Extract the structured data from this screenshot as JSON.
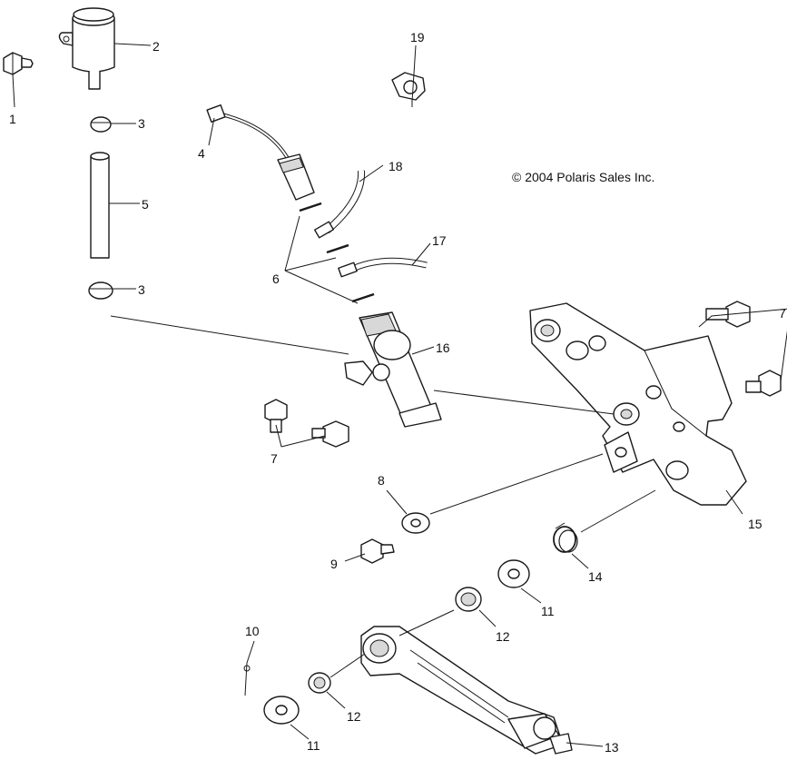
{
  "diagram": {
    "copyright": "© 2004 Polaris Sales Inc.",
    "callouts": [
      {
        "id": "c1",
        "label": "1"
      },
      {
        "id": "c2",
        "label": "2"
      },
      {
        "id": "c3a",
        "label": "3"
      },
      {
        "id": "c3b",
        "label": "3"
      },
      {
        "id": "c4",
        "label": "4"
      },
      {
        "id": "c5",
        "label": "5"
      },
      {
        "id": "c6",
        "label": "6"
      },
      {
        "id": "c7a",
        "label": "7"
      },
      {
        "id": "c7b",
        "label": "7"
      },
      {
        "id": "c8",
        "label": "8"
      },
      {
        "id": "c9",
        "label": "9"
      },
      {
        "id": "c10",
        "label": "10"
      },
      {
        "id": "c11a",
        "label": "11"
      },
      {
        "id": "c11b",
        "label": "11"
      },
      {
        "id": "c12a",
        "label": "12"
      },
      {
        "id": "c12b",
        "label": "12"
      },
      {
        "id": "c13",
        "label": "13"
      },
      {
        "id": "c14",
        "label": "14"
      },
      {
        "id": "c15",
        "label": "15"
      },
      {
        "id": "c16",
        "label": "16"
      },
      {
        "id": "c17",
        "label": "17"
      },
      {
        "id": "c18",
        "label": "18"
      },
      {
        "id": "c19",
        "label": "19"
      }
    ]
  }
}
